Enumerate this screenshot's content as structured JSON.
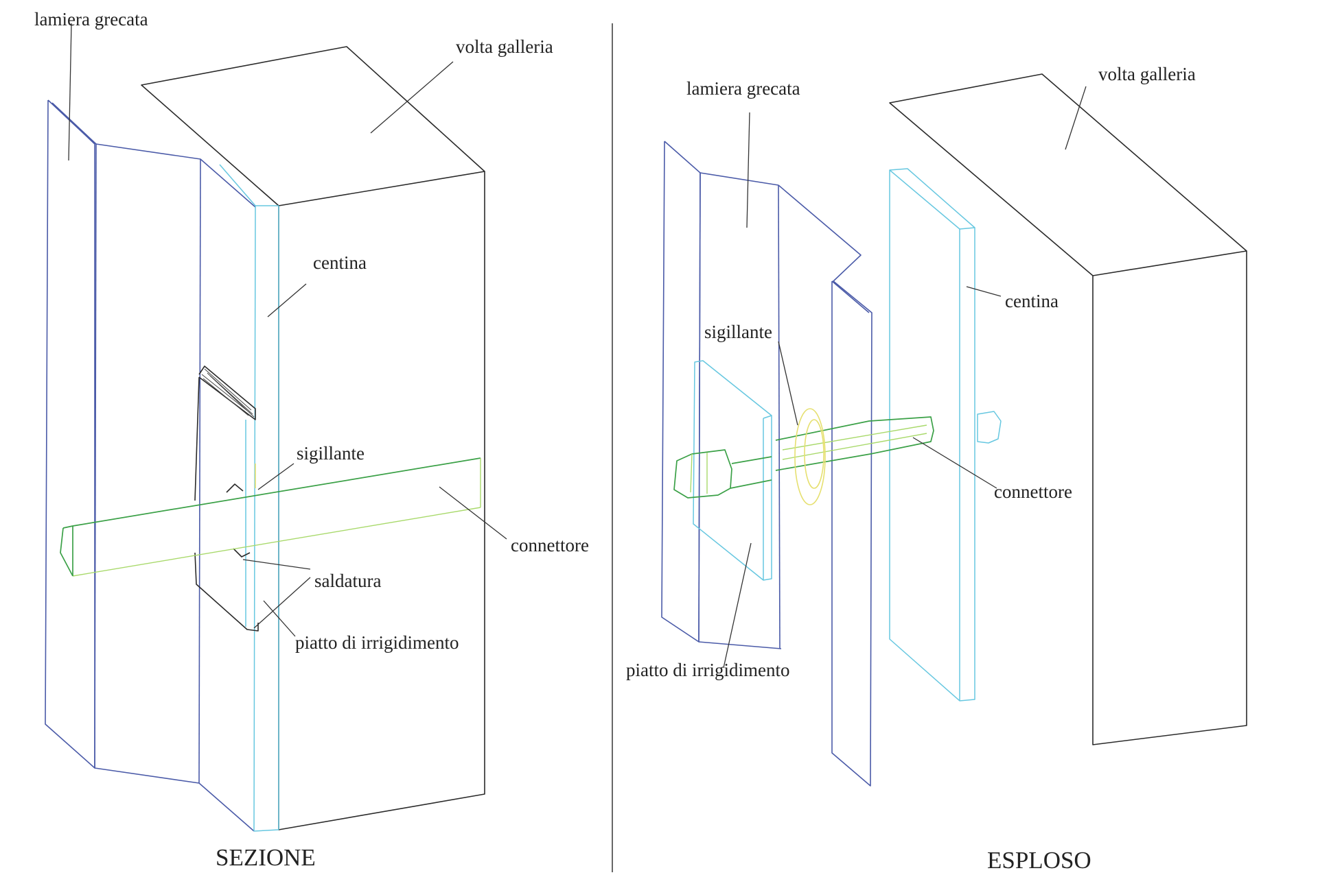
{
  "left_view": {
    "title": "SEZIONE",
    "labels": {
      "lamiera": "lamiera grecata",
      "volta": "volta galleria",
      "centina": "centina",
      "sigillante": "sigillante",
      "connettore": "connettore",
      "saldatura": "saldatura",
      "piatto": "piatto di irrigidimento"
    }
  },
  "right_view": {
    "title": "ESPLOSO",
    "labels": {
      "lamiera": "lamiera grecata",
      "volta": "volta galleria",
      "centina": "centina",
      "sigillante": "sigillante",
      "connettore": "connettore",
      "piatto": "piatto di irrigidimento"
    }
  },
  "colors": {
    "block": "#2a2a2a",
    "sheet": "#4a5aa8",
    "rib": "#66c7e0",
    "connector": "#3aa046",
    "sealant": "#e6e070"
  }
}
